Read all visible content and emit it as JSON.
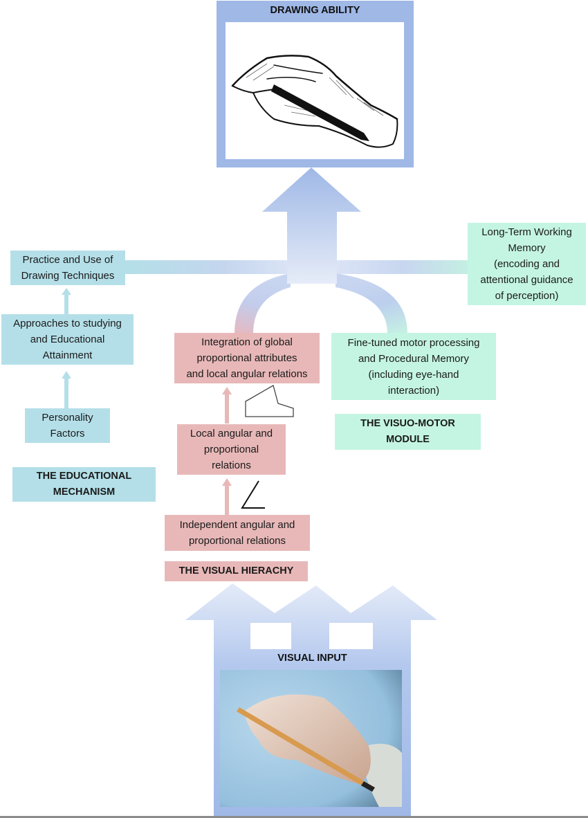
{
  "diagram": {
    "output": {
      "title": "DRAWING ABILITY",
      "image": "sketch-hand-holding-pencil"
    },
    "input": {
      "title": "VISUAL INPUT",
      "image": "photo-hand-holding-pencil"
    },
    "educational_mechanism": {
      "label": "THE EDUCATIONAL MECHANISM",
      "color": "#b4dfe8",
      "nodes": [
        {
          "id": "practice",
          "text": "Practice and Use of\nDrawing Techniques"
        },
        {
          "id": "approaches",
          "text": "Approaches to studying\nand Educational\nAttainment"
        },
        {
          "id": "personality",
          "text": "Personality\nFactors"
        }
      ]
    },
    "visual_hierarchy": {
      "label": "THE VISUAL HIERACHY",
      "color": "#e8b8b8",
      "nodes": [
        {
          "id": "integration",
          "text": "Integration of global\nproportional attributes\nand local angular relations"
        },
        {
          "id": "local",
          "text": "Local angular and\nproportional\nrelations"
        },
        {
          "id": "independent",
          "text": "Independent angular and\nproportional relations"
        }
      ],
      "icons": [
        "polygon-shape-icon",
        "angle-icon"
      ]
    },
    "visuo_motor_module": {
      "label": "THE VISUO-MOTOR\nMODULE",
      "color": "#c4f5e2",
      "nodes": [
        {
          "id": "long_term",
          "text": "Long-Term Working\nMemory\n(encoding and\nattentional guidance\nof perception)"
        },
        {
          "id": "fine_tuned",
          "text": "Fine-tuned motor processing\nand Procedural Memory\n(including eye-hand\ninteraction)"
        }
      ]
    },
    "colors": {
      "frame": "#9fb8e6",
      "arrow_dark": "#9fb8e6",
      "arrow_light": "#e4ebf8"
    }
  }
}
